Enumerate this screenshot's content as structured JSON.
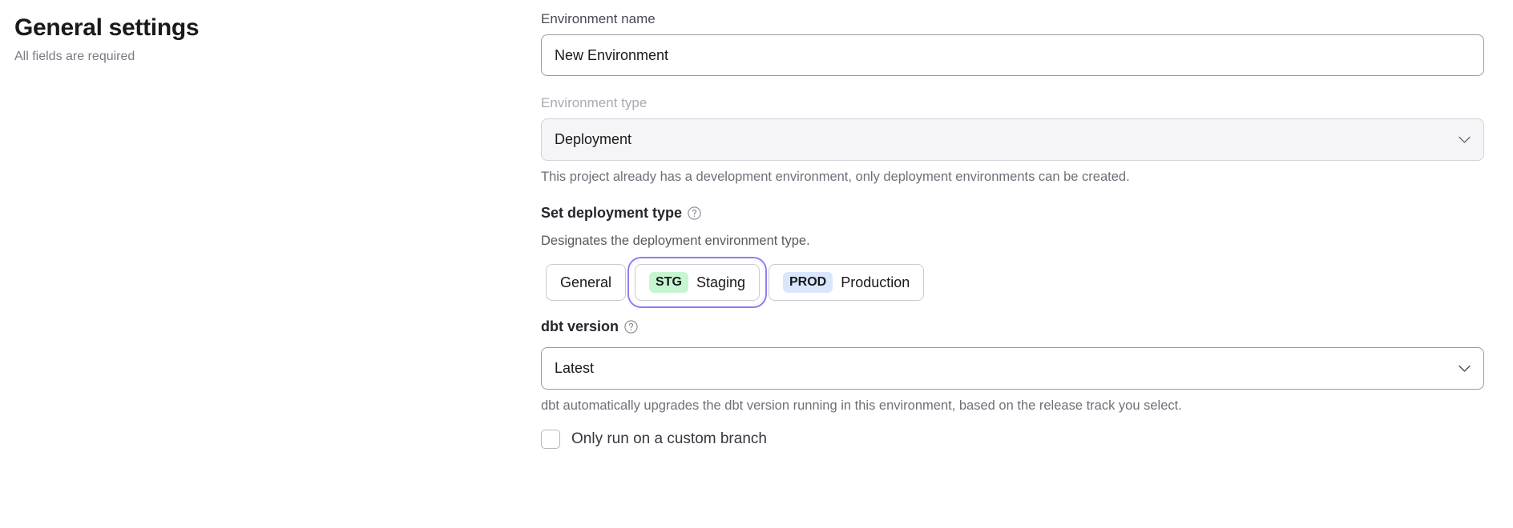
{
  "header": {
    "title": "General settings",
    "subtitle": "All fields are required"
  },
  "form": {
    "environment_name": {
      "label": "Environment name",
      "value": "New Environment",
      "placeholder": "Environment name"
    },
    "environment_type": {
      "label": "Environment type",
      "value": "Deployment",
      "disabled": true,
      "helper": "This project already has a development environment, only deployment environments can be created.",
      "chevron_icon": "chevron-down-icon"
    },
    "deployment_type": {
      "label": "Set deployment type",
      "help_icon": "help-circle-icon",
      "description": "Designates the deployment environment type.",
      "selected": "Staging",
      "options": [
        {
          "id": "general",
          "label": "General",
          "badge": "",
          "badge_color": ""
        },
        {
          "id": "staging",
          "label": "Staging",
          "badge": "STG",
          "badge_color": "#c6f6d0"
        },
        {
          "id": "production",
          "label": "Production",
          "badge": "PROD",
          "badge_color": "#d9e7fc"
        }
      ]
    },
    "dbt_version": {
      "label": "dbt version",
      "help_icon": "help-circle-icon",
      "value": "Latest",
      "helper": "dbt automatically upgrades the dbt version running in this environment, based on the release track you select.",
      "chevron_icon": "chevron-down-icon"
    },
    "custom_branch": {
      "label": "Only run on a custom branch",
      "checked": false
    }
  },
  "colors": {
    "focus_ring": "#8b7ff0",
    "badge_staging": "#c6f6d0",
    "badge_production": "#d9e7fc",
    "text_primary": "#1a1a1a",
    "text_muted": "#6f6f79",
    "text_disabled": "#a9a9b3",
    "border": "#9a9aa4",
    "disabled_bg": "#f5f5f7"
  }
}
